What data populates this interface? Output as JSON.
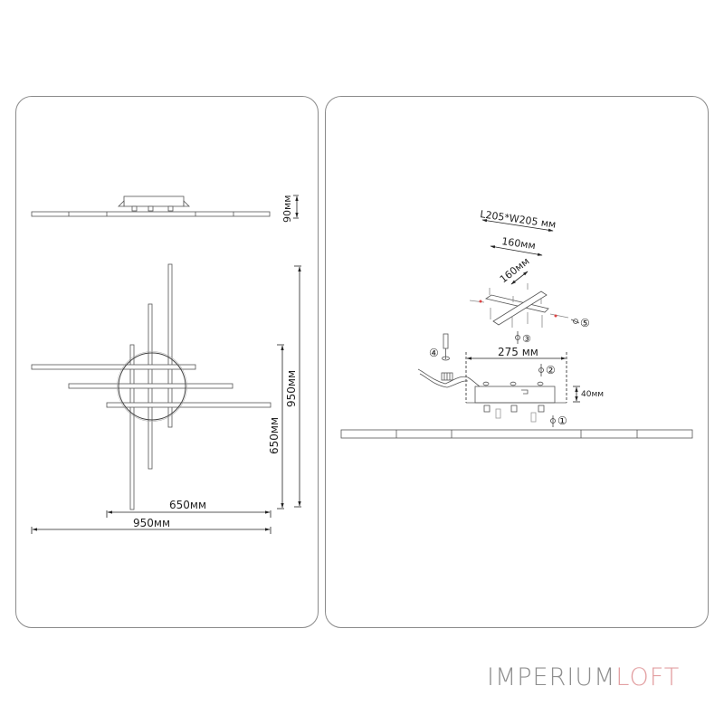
{
  "left_panel": {
    "side_view": {
      "height_label": "90мм"
    },
    "top_view": {
      "inner_width_label": "650мм",
      "outer_width_label": "950мм",
      "inner_height_label": "650мм",
      "outer_height_label": "950мм"
    }
  },
  "right_panel": {
    "bracket": {
      "plate_size_label": "L205*W205 мм",
      "spacing_x_label": "160мм",
      "spacing_y_label": "160мм"
    },
    "driver_box": {
      "width_label": "275 мм",
      "height_label": "40мм"
    },
    "steps": [
      "①",
      "②",
      "③",
      "④",
      "⑤"
    ]
  },
  "brand": {
    "name_part1": "IMPERIUM",
    "name_part2": "LOFT",
    "color_part1": "#8f8f8f",
    "color_part2": "#e3a1a3"
  }
}
